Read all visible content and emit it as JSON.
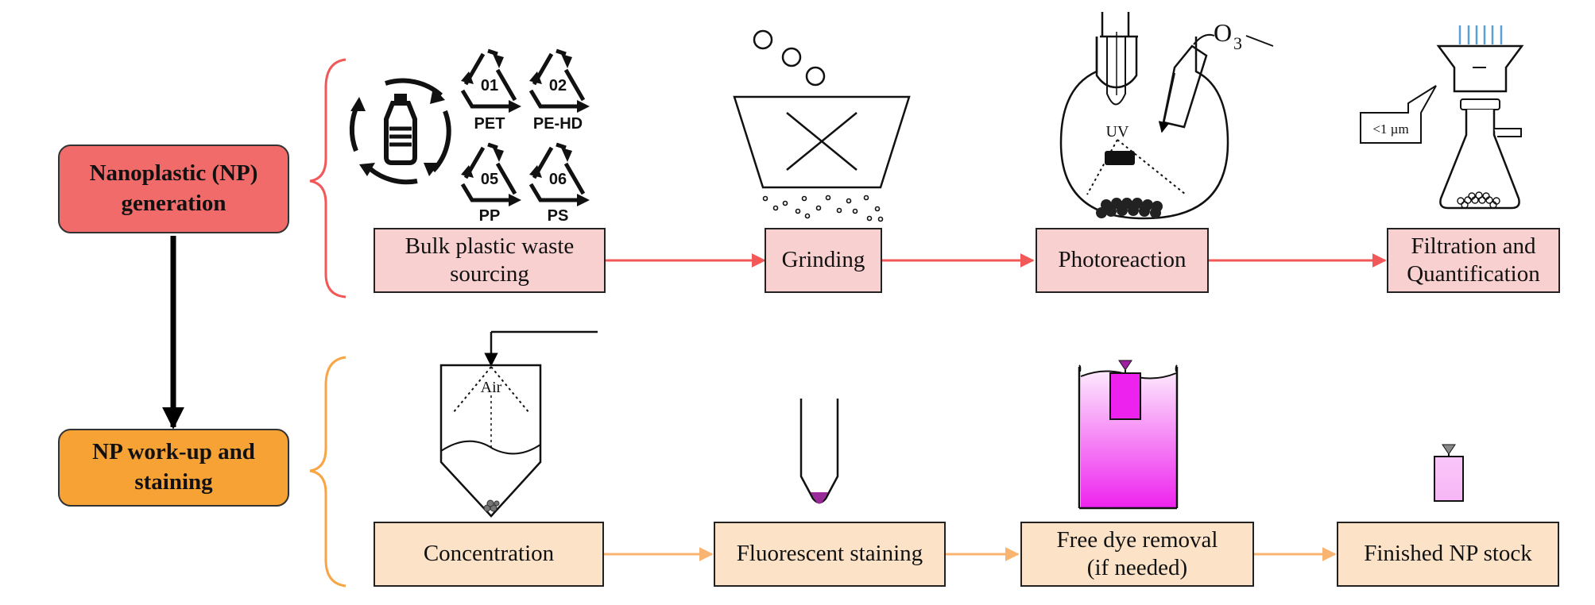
{
  "phases": {
    "generation": "Nanoplastic (NP) generation",
    "workup": "NP work-up and staining"
  },
  "generation_steps": [
    {
      "label_line1": "Bulk plastic waste",
      "label_line2": "sourcing"
    },
    {
      "label_line1": "Grinding",
      "label_line2": ""
    },
    {
      "label_line1": "Photoreaction",
      "label_line2": ""
    },
    {
      "label_line1": "Filtration and",
      "label_line2": "Quantification"
    }
  ],
  "workup_steps": [
    {
      "label_line1": "Concentration",
      "label_line2": ""
    },
    {
      "label_line1": "Fluorescent staining",
      "label_line2": ""
    },
    {
      "label_line1": "Free dye removal",
      "label_line2": "(if needed)"
    },
    {
      "label_line1": "Finished NP stock",
      "label_line2": ""
    }
  ],
  "recycling_codes": [
    {
      "code": "01",
      "name": "PET"
    },
    {
      "code": "02",
      "name": "PE-HD"
    },
    {
      "code": "05",
      "name": "PP"
    },
    {
      "code": "06",
      "name": "PS"
    }
  ],
  "labels": {
    "uv": "UV",
    "ozone": "O",
    "ozone_subscript": "3",
    "filter_callout": "<1 µm",
    "air": "Air"
  },
  "colors": {
    "generation_box": "#f9d0d0",
    "generation_phase": "#f26b6b",
    "generation_arrow": "#f25858",
    "workup_box": "#fce3c8",
    "workup_phase": "#f7a235",
    "workup_arrow": "#f8b470",
    "stain_magenta": "#ee22ee",
    "filter_lines": "#5aa0d6"
  }
}
